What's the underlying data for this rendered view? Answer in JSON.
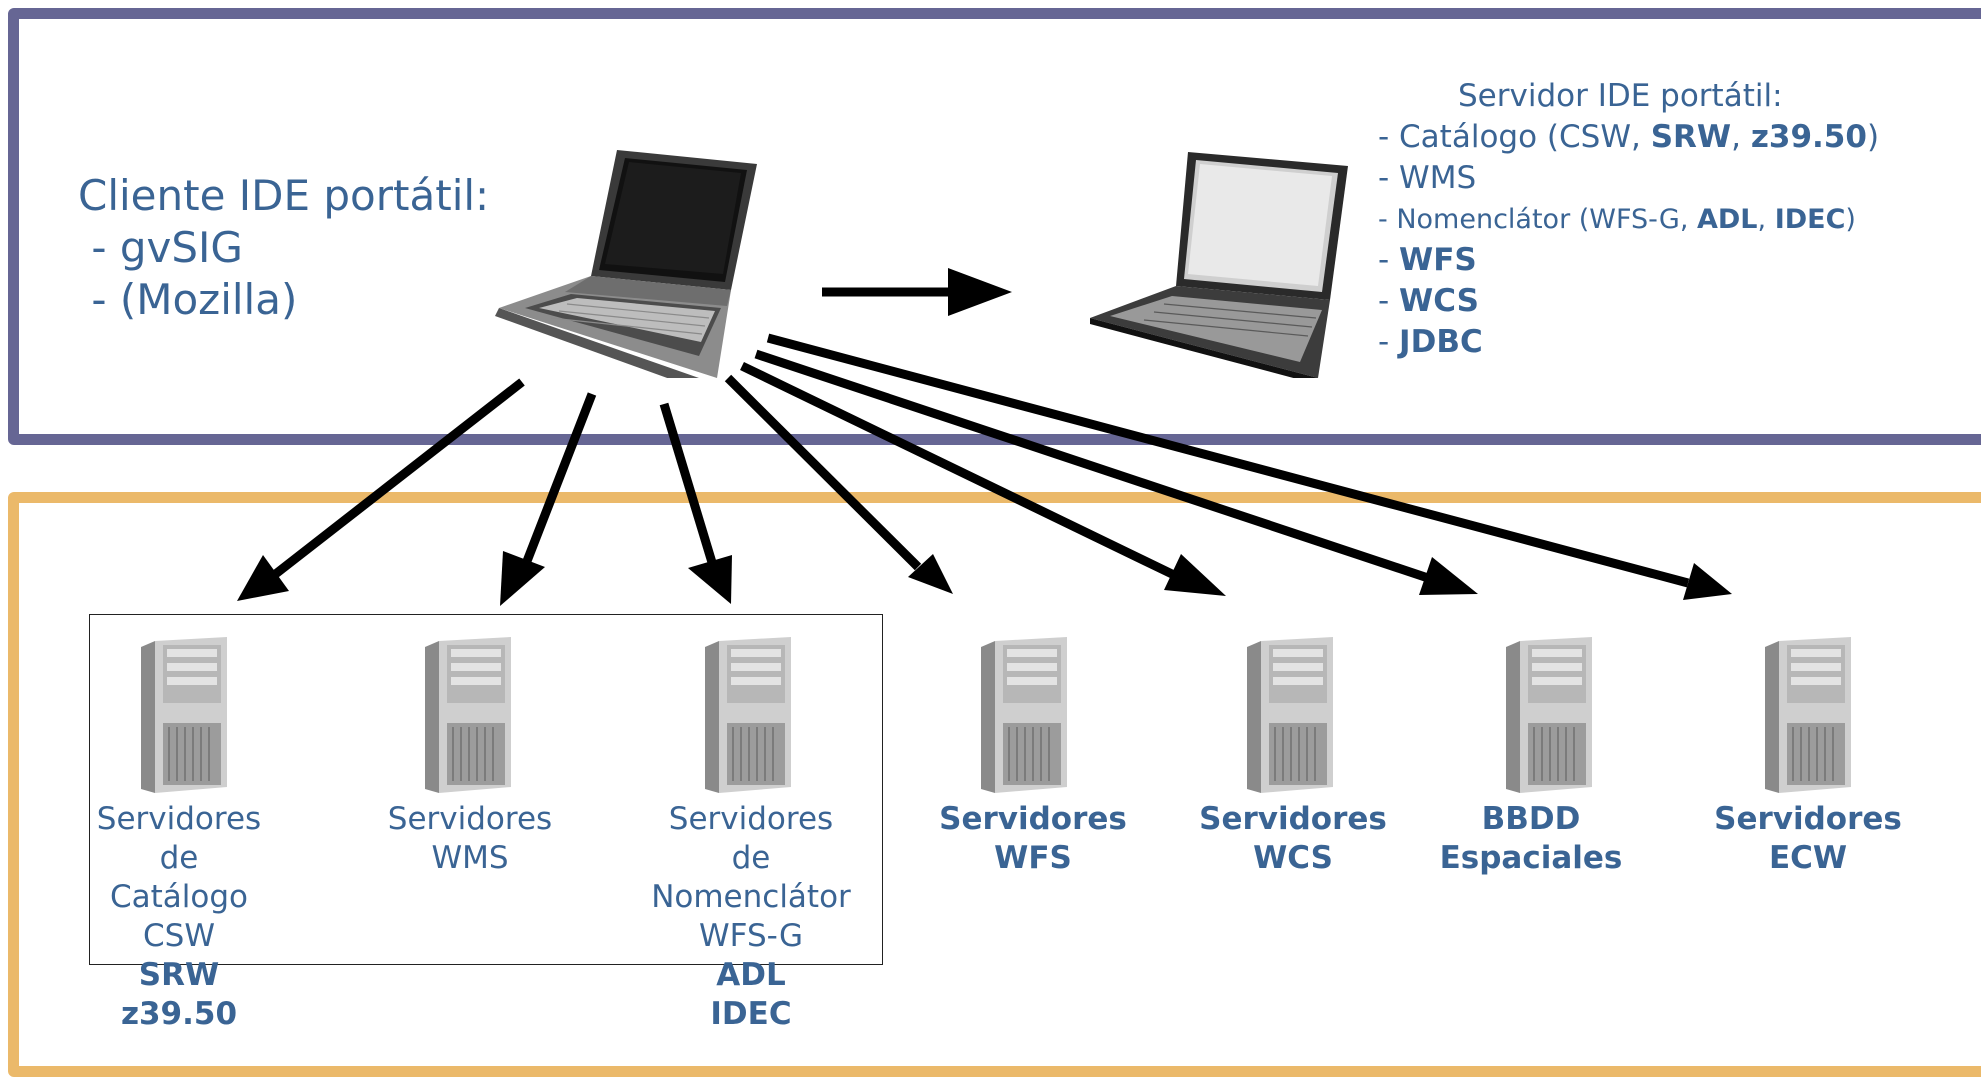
{
  "client": {
    "title": "Cliente IDE portátil:",
    "items": [
      " - gvSIG",
      " - (Mozilla)"
    ]
  },
  "server": {
    "title": "Servidor IDE portátil:",
    "lines": [
      {
        "prefix": "- Catálogo (CSW, ",
        "b1": "SRW",
        "mid": ", ",
        "b2": "z39.50",
        "suffix": ")"
      },
      {
        "prefix": "- WMS"
      },
      {
        "prefix": "- Nomenclátor (WFS-G, ",
        "b1": "ADL",
        "mid": ", ",
        "b2": "IDEC",
        "suffix": ")"
      },
      {
        "prefix": "- ",
        "b1": "WFS"
      },
      {
        "prefix": "- ",
        "b1": "WCS"
      },
      {
        "prefix": "- ",
        "b1": "JDBC"
      }
    ]
  },
  "servers": [
    {
      "normal": [
        "Servidores",
        "de",
        "Catálogo",
        "CSW"
      ],
      "bold": [
        "SRW",
        "z39.50"
      ]
    },
    {
      "normal": [
        "Servidores",
        "WMS"
      ],
      "bold": []
    },
    {
      "normal": [
        "Servidores",
        "de",
        "Nomenclátor",
        "WFS-G"
      ],
      "bold": [
        "ADL",
        "IDEC"
      ]
    },
    {
      "normal": [],
      "bold": [
        "Servidores",
        "WFS"
      ]
    },
    {
      "normal": [],
      "bold": [
        "Servidores",
        "WCS"
      ]
    },
    {
      "normal": [],
      "bold": [
        "BBDD",
        "Espaciales"
      ]
    },
    {
      "normal": [],
      "bold": [
        "Servidores",
        "ECW"
      ]
    }
  ],
  "colors": {
    "top_border": "#666694",
    "bottom_border": "#ebb96a",
    "text": "#3a6494"
  }
}
